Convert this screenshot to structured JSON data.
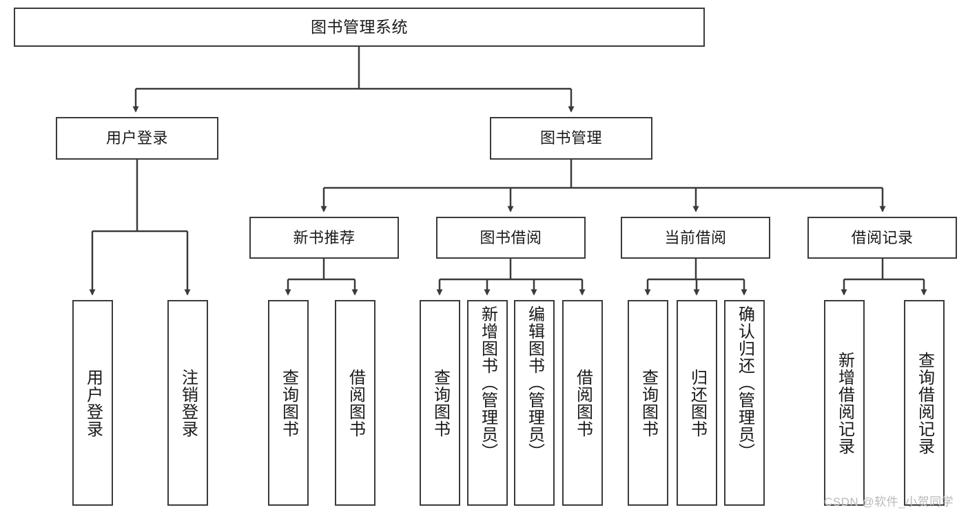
{
  "diagram": {
    "title": "图书管理系统",
    "type": "functional-structure-tree",
    "watermark": "CSDN @软件_小贺同学",
    "colors": {
      "stroke": "#3a3a3a",
      "fill": "#ffffff",
      "text": "#1a1a1a",
      "watermark": "#b9b9b9"
    },
    "levels": {
      "root": {
        "label": "图书管理系统"
      },
      "level2": [
        {
          "label": "用户登录"
        },
        {
          "label": "图书管理"
        }
      ],
      "level3": [
        {
          "label": "新书推荐"
        },
        {
          "label": "图书借阅"
        },
        {
          "label": "当前借阅"
        },
        {
          "label": "借阅记录"
        }
      ]
    },
    "nodes": {
      "root": "图书管理系统",
      "user_login": "用户登录",
      "book_manage": "图书管理",
      "new_book_rec": "新书推荐",
      "book_borrow": "图书借阅",
      "current_borrow": "当前借阅",
      "borrow_record": "借阅记录",
      "leaf_user_login": "用户登录",
      "leaf_logout_login": "注销登录",
      "leaf_query_book_1": "查询图书",
      "leaf_borrow_book_1": "借阅图书",
      "leaf_query_book_2": "查询图书",
      "leaf_add_book_admin": "新增图书（管理员）",
      "leaf_edit_book_admin": "编辑图书（管理员）",
      "leaf_borrow_book_2": "借阅图书",
      "leaf_query_book_3": "查询图书",
      "leaf_return_book": "归还图书",
      "leaf_confirm_return_admin": "确认归还（管理员）",
      "leaf_add_borrow_record": "新增借阅记录",
      "leaf_query_borrow_record": "查询借阅记录"
    }
  }
}
